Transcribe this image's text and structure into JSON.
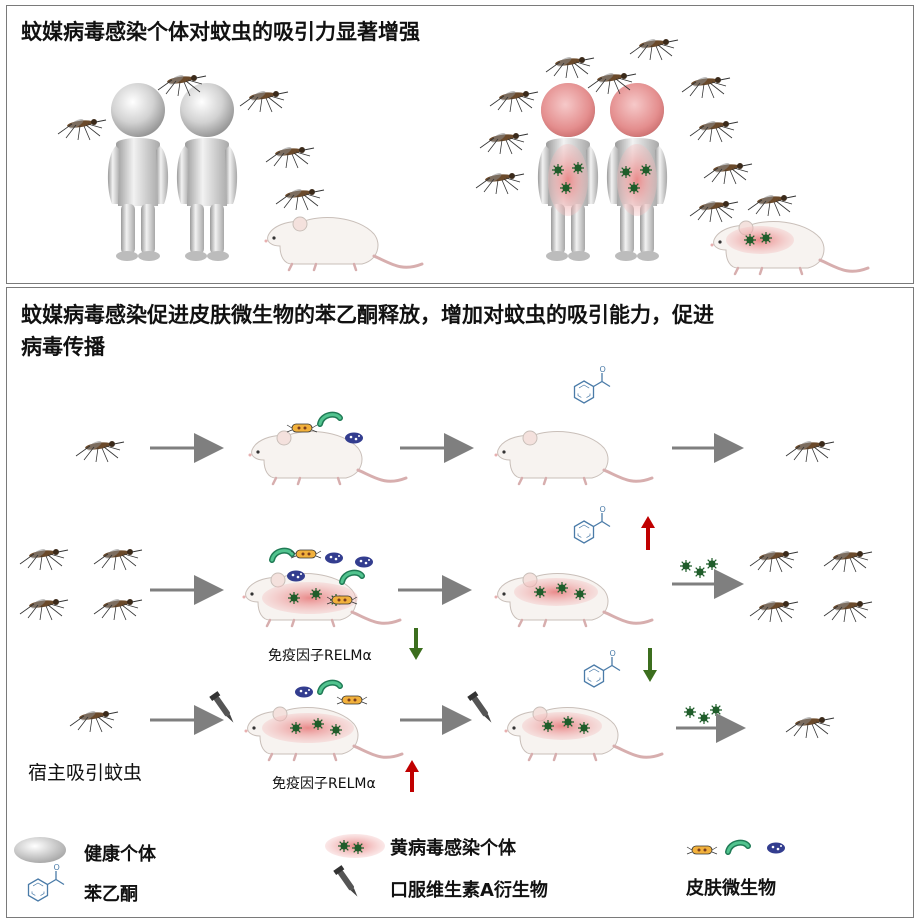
{
  "top_panel": {
    "title": "蚊媒病毒感染个体对蚊虫的吸引力显著增强"
  },
  "bottom_panel": {
    "title_line1": "蚊媒病毒感染促进皮肤微生物的苯乙酮释放，增加对蚊虫的吸引能力，促进",
    "title_line2": "病毒传播",
    "immune_label_down": "免疫因子RELMα",
    "immune_label_up": "免疫因子RELMα",
    "host_label": "宿主吸引蚊虫"
  },
  "legend": {
    "healthy": "健康个体",
    "acetophenone": "苯乙酮",
    "infected": "黄病毒感染个体",
    "vitamin_a": "口服维生素A衍生物",
    "skin_microbes": "皮肤微生物"
  },
  "colors": {
    "arrow_gray": "#7f7f7f",
    "arrow_red": "#c00000",
    "arrow_green": "#3c6e1e",
    "infection_pink": "#e98a8a",
    "virus_green": "#1f5d2a"
  }
}
